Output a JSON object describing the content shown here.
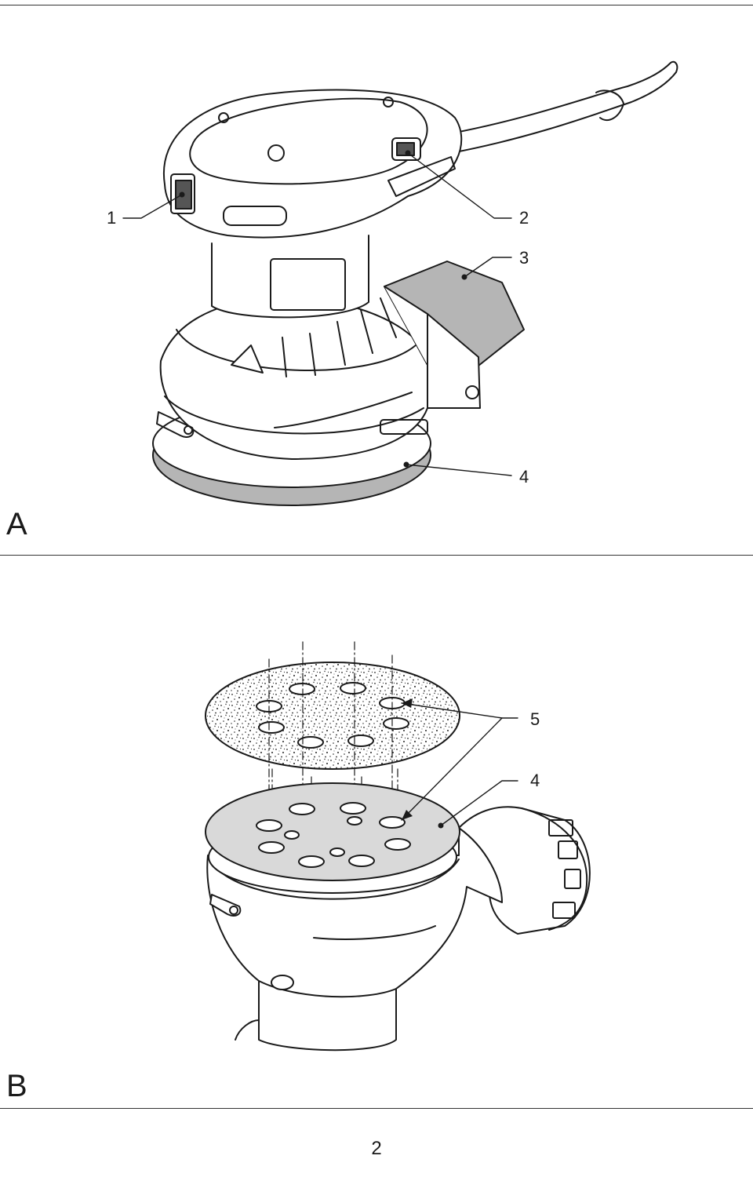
{
  "panels": [
    {
      "letter": "A",
      "callouts": [
        "1",
        "2",
        "3",
        "4"
      ]
    },
    {
      "letter": "B",
      "callouts": [
        "5",
        "4"
      ]
    }
  ],
  "page_number": "2",
  "colors": {
    "line": "#1a1a1a",
    "sandpaper_gray": "#b5b5b5",
    "pad_gray": "#d9d9d9",
    "white": "#ffffff"
  }
}
